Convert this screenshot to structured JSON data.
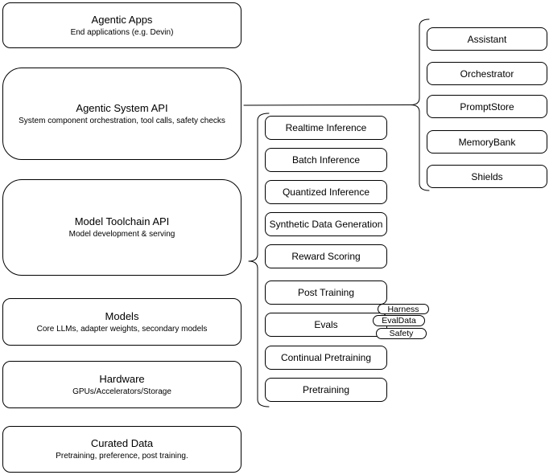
{
  "diagram": {
    "colors": {
      "stroke": "#000000",
      "background": "#ffffff",
      "text": "#000000"
    },
    "stack": [
      {
        "title": "Agentic Apps",
        "subtitle": "End applications (e.g. Devin)"
      },
      {
        "title": "Agentic System API",
        "subtitle": "System component orchestration, tool calls, safety checks"
      },
      {
        "title": "Model Toolchain API",
        "subtitle": "Model development & serving"
      },
      {
        "title": "Models",
        "subtitle": "Core LLMs, adapter weights, secondary models"
      },
      {
        "title": "Hardware",
        "subtitle": "GPUs/Accelerators/Storage"
      },
      {
        "title": "Curated Data",
        "subtitle": "Pretraining, preference, post training."
      }
    ],
    "toolchain_components": [
      "Realtime Inference",
      "Batch Inference",
      "Quantized Inference",
      "Synthetic Data Generation",
      "Reward Scoring",
      "Post Training",
      "Evals",
      "Continual Pretraining",
      "Pretraining"
    ],
    "evals_tags": [
      "Harness",
      "EvalData",
      "Safety"
    ],
    "system_components": [
      "Assistant",
      "Orchestrator",
      "PromptStore",
      "MemoryBank",
      "Shields"
    ]
  }
}
